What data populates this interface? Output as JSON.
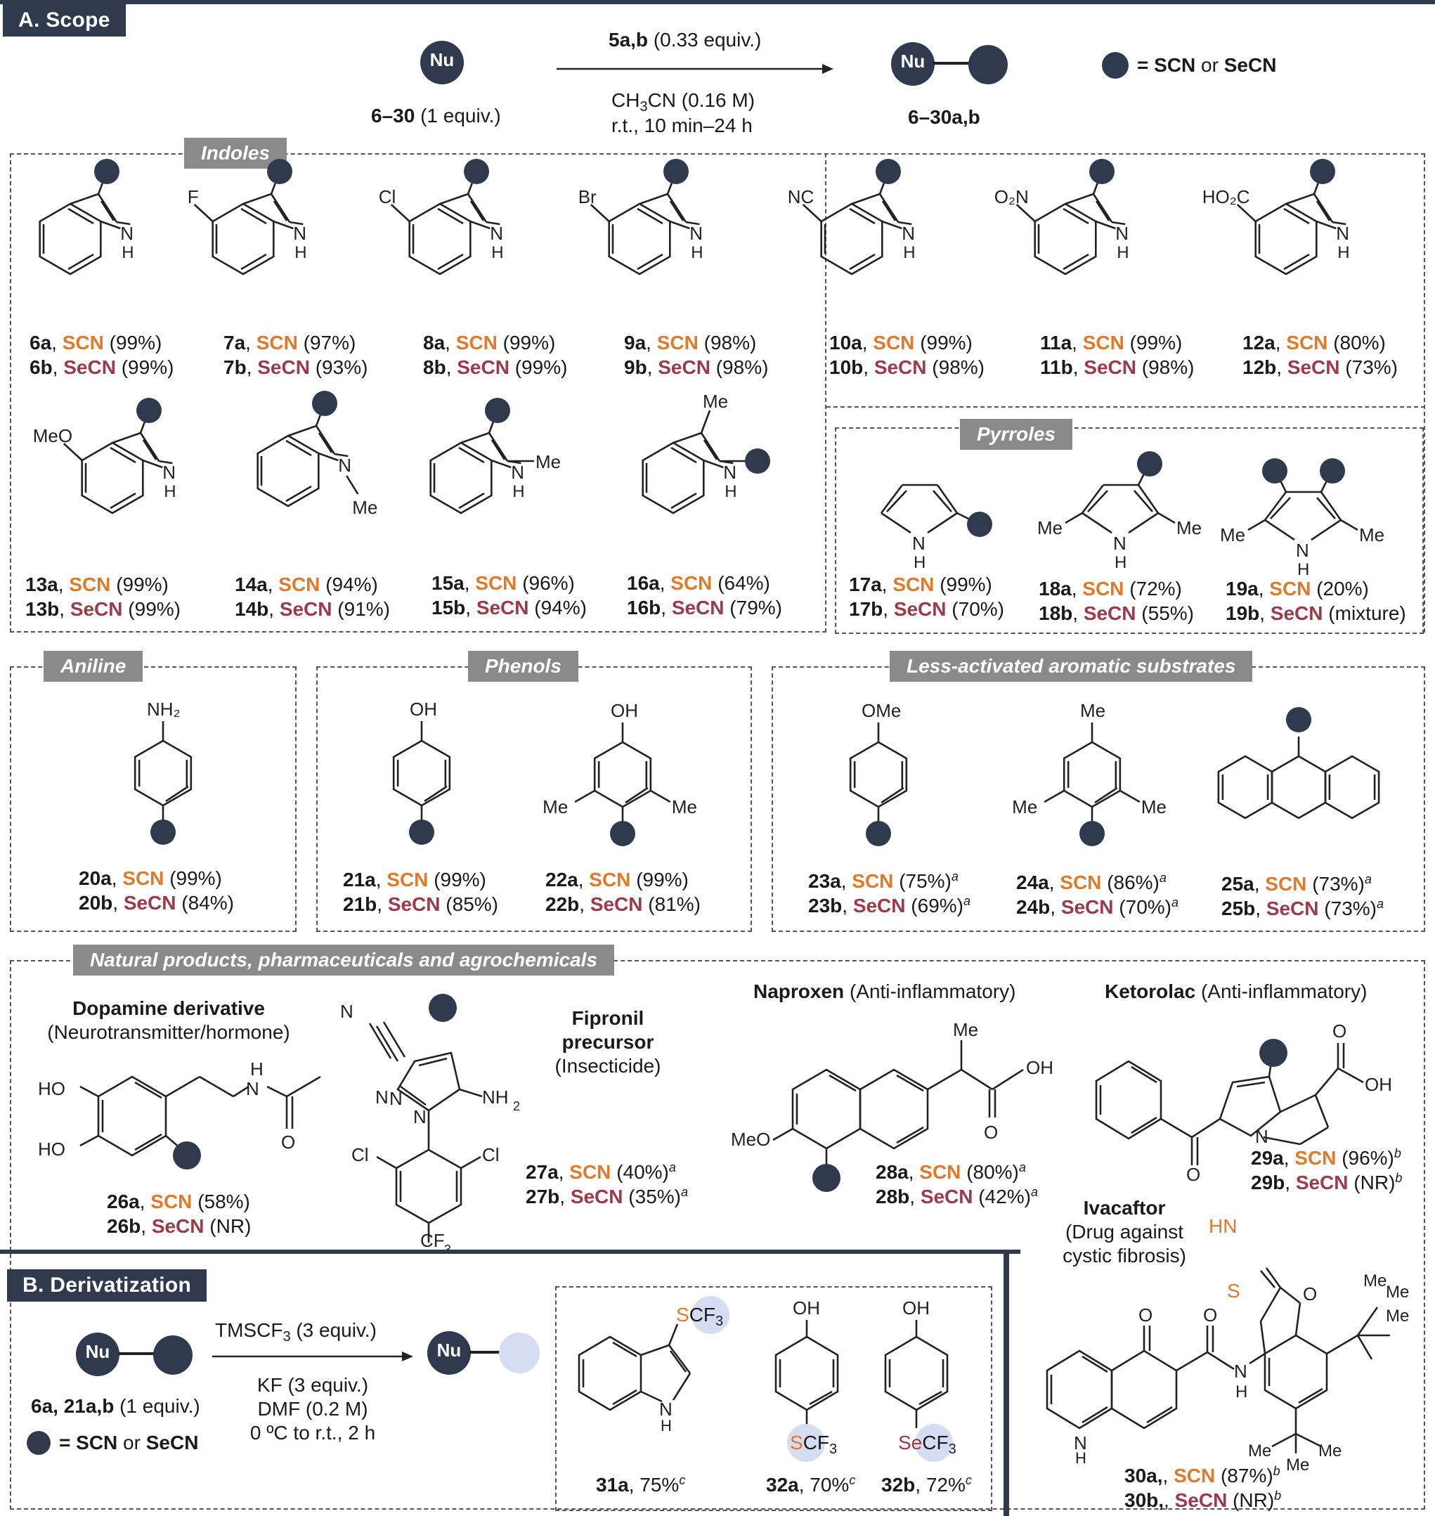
{
  "sectionA": {
    "title": "A. Scope",
    "scheme": {
      "nu_label": "Nu",
      "reactant": "6–30",
      "reactant_equiv": "(1 equiv.)",
      "reagent_top_bold": "5a,b",
      "reagent_top_rest": "(0.33 equiv.)",
      "solvent": "CH3CN (0.16 M)",
      "conditions": "r.t., 10 min–24 h",
      "product": "6–30a,b",
      "legend_eq": "=",
      "legend_a": "SCN",
      "legend_or": "or",
      "legend_b": "SeCN"
    },
    "groups": {
      "indoles": "Indoles",
      "pyrroles": "Pyrroles",
      "aniline": "Aniline",
      "phenols": "Phenols",
      "less_activated": "Less-activated aromatic substrates",
      "natural": "Natural products, pharmaceuticals and agrochemicals"
    },
    "compounds": [
      {
        "a": "6a",
        "ya": "(99%)",
        "b": "6b",
        "yb": "(99%)"
      },
      {
        "a": "7a",
        "ya": "(97%)",
        "b": "7b",
        "yb": "(93%)"
      },
      {
        "a": "8a",
        "ya": "(99%)",
        "b": "8b",
        "yb": "(99%)"
      },
      {
        "a": "9a",
        "ya": "(98%)",
        "b": "9b",
        "yb": "(98%)"
      },
      {
        "a": "10a",
        "ya": "(99%)",
        "b": "10b",
        "yb": "(98%)"
      },
      {
        "a": "11a",
        "ya": "(99%)",
        "b": "11b",
        "yb": "(98%)"
      },
      {
        "a": "12a",
        "ya": "(80%)",
        "b": "12b",
        "yb": "(73%)"
      },
      {
        "a": "13a",
        "ya": "(99%)",
        "b": "13b",
        "yb": "(99%)"
      },
      {
        "a": "14a",
        "ya": "(94%)",
        "b": "14b",
        "yb": "(91%)"
      },
      {
        "a": "15a",
        "ya": "(96%)",
        "b": "15b",
        "yb": "(94%)"
      },
      {
        "a": "16a",
        "ya": "(64%)",
        "b": "16b",
        "yb": "(79%)"
      },
      {
        "a": "17a",
        "ya": "(99%)",
        "b": "17b",
        "yb": "(70%)"
      },
      {
        "a": "18a",
        "ya": "(72%)",
        "b": "18b",
        "yb": "(55%)"
      },
      {
        "a": "19a",
        "ya": "(20%)",
        "b": "19b",
        "yb": "(mixture)"
      },
      {
        "a": "20a",
        "ya": "(99%)",
        "b": "20b",
        "yb": "(84%)"
      },
      {
        "a": "21a",
        "ya": "(99%)",
        "b": "21b",
        "yb": "(85%)"
      },
      {
        "a": "22a",
        "ya": "(99%)",
        "b": "22b",
        "yb": "(81%)"
      },
      {
        "a": "23a",
        "ya": "(75%)",
        "b": "23b",
        "yb": "(69%)"
      },
      {
        "a": "24a",
        "ya": "(86%)",
        "b": "24b",
        "yb": "(70%)"
      },
      {
        "a": "25a",
        "ya": "(73%)",
        "b": "25b",
        "yb": "(73%)"
      },
      {
        "a": "26a",
        "ya": "(58%)",
        "b": "26b",
        "yb": "(NR)"
      },
      {
        "a": "27a",
        "ya": "(40%)",
        "b": "27b",
        "yb": "(35%)"
      },
      {
        "a": "28a",
        "ya": "(80%)",
        "b": "28b",
        "yb": "(42%)"
      },
      {
        "a": "29a",
        "ya": "(96%)",
        "b": "29b",
        "yb": "(NR)"
      },
      {
        "a": "30a,",
        "ya": "(87%)",
        "b": "30b,",
        "yb": "(NR)"
      }
    ],
    "scn": "SCN",
    "secn": "SeCN",
    "drugs": {
      "dopamine": "Dopamine derivative",
      "dopamine_sub": "(Neurotransmitter/hormone)",
      "fipronil_1": "Fipronil",
      "fipronil_2": "precursor",
      "fipronil_sub": "(Insecticide)",
      "naproxen": "Naproxen",
      "naproxen_sub": "(Anti-inflammatory)",
      "ketorolac": "Ketorolac",
      "ketorolac_sub": "(Anti-inflammatory)",
      "ivacaftor": "Ivacaftor",
      "ivacaftor_sub1": "(Drug against",
      "ivacaftor_sub2": "cystic fibrosis)"
    }
  },
  "sectionB": {
    "title": "B. Derivatization",
    "reactant": "6a, 21a,b",
    "reactant_equiv": "(1 equiv.)",
    "reagent_top": "TMSCF3 (3 equiv.)",
    "cond1": "KF (3 equiv.)",
    "cond2": "DMF (0.2 M)",
    "cond3": "0 ºC to r.t., 2 h",
    "legend_eq": "=",
    "legend_a": "SCN",
    "legend_or": "or",
    "legend_b": "SeCN",
    "products": [
      {
        "id": "31a",
        "yield": "75%"
      },
      {
        "id": "32a",
        "yield": "70%"
      },
      {
        "id": "32b",
        "yield": "72%"
      }
    ]
  },
  "colors": {
    "navy": "#2f3a4f",
    "orange": "#e07a2a",
    "maroon": "#9c3a4a",
    "tag_gray": "#8a8a8a",
    "pale_ball": "#d6dcf2"
  }
}
